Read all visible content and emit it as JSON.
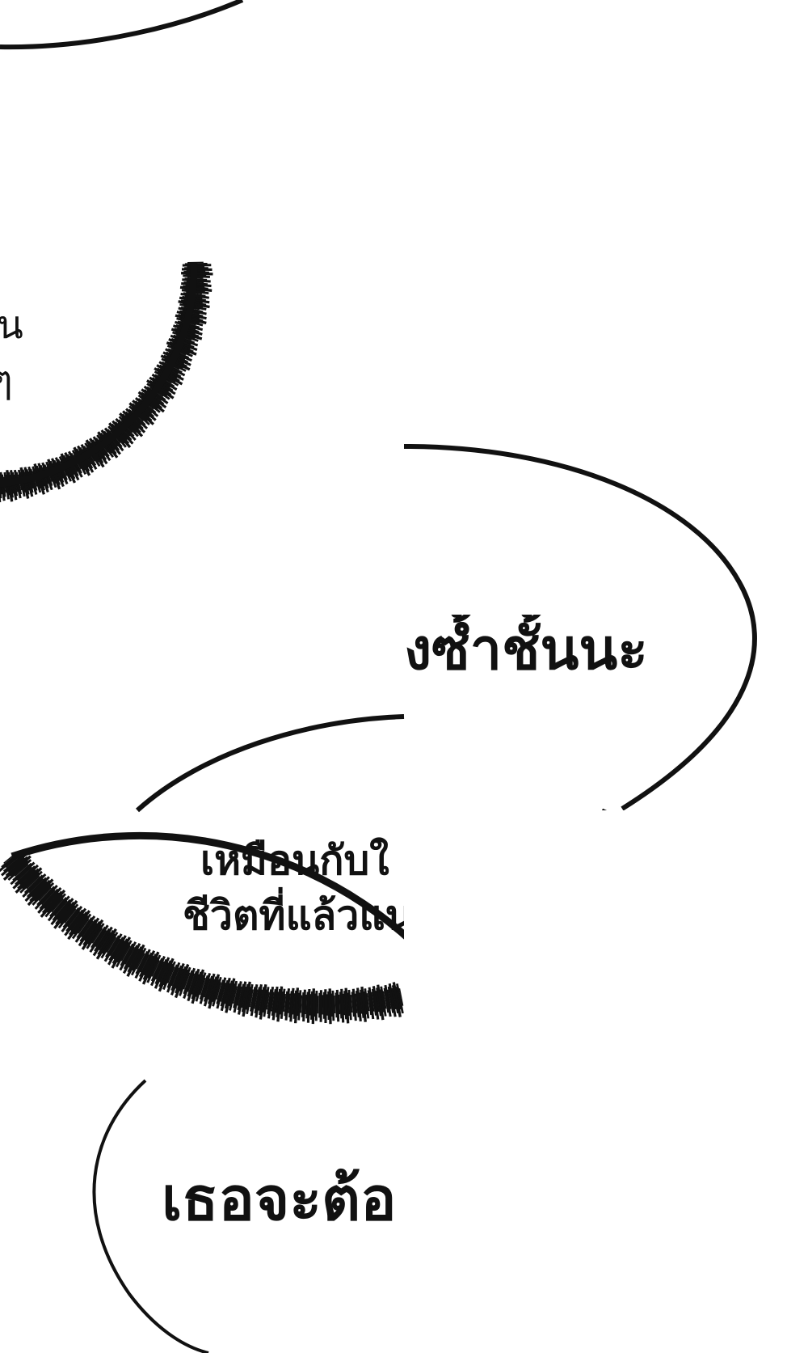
{
  "panel_top": {
    "fragment_line1": "น",
    "fragment_line2": "ๆ"
  },
  "bubble_right": {
    "text": "งซ้ำชั้นนะ"
  },
  "bubble_middle": {
    "line1": "เหมือนกับใ",
    "line2": "ชีวิตที่แล้วแน"
  },
  "bubble_bottom": {
    "text": "เธอจะต้อ"
  },
  "colors": {
    "ink": "#111111",
    "background": "#ffffff"
  }
}
